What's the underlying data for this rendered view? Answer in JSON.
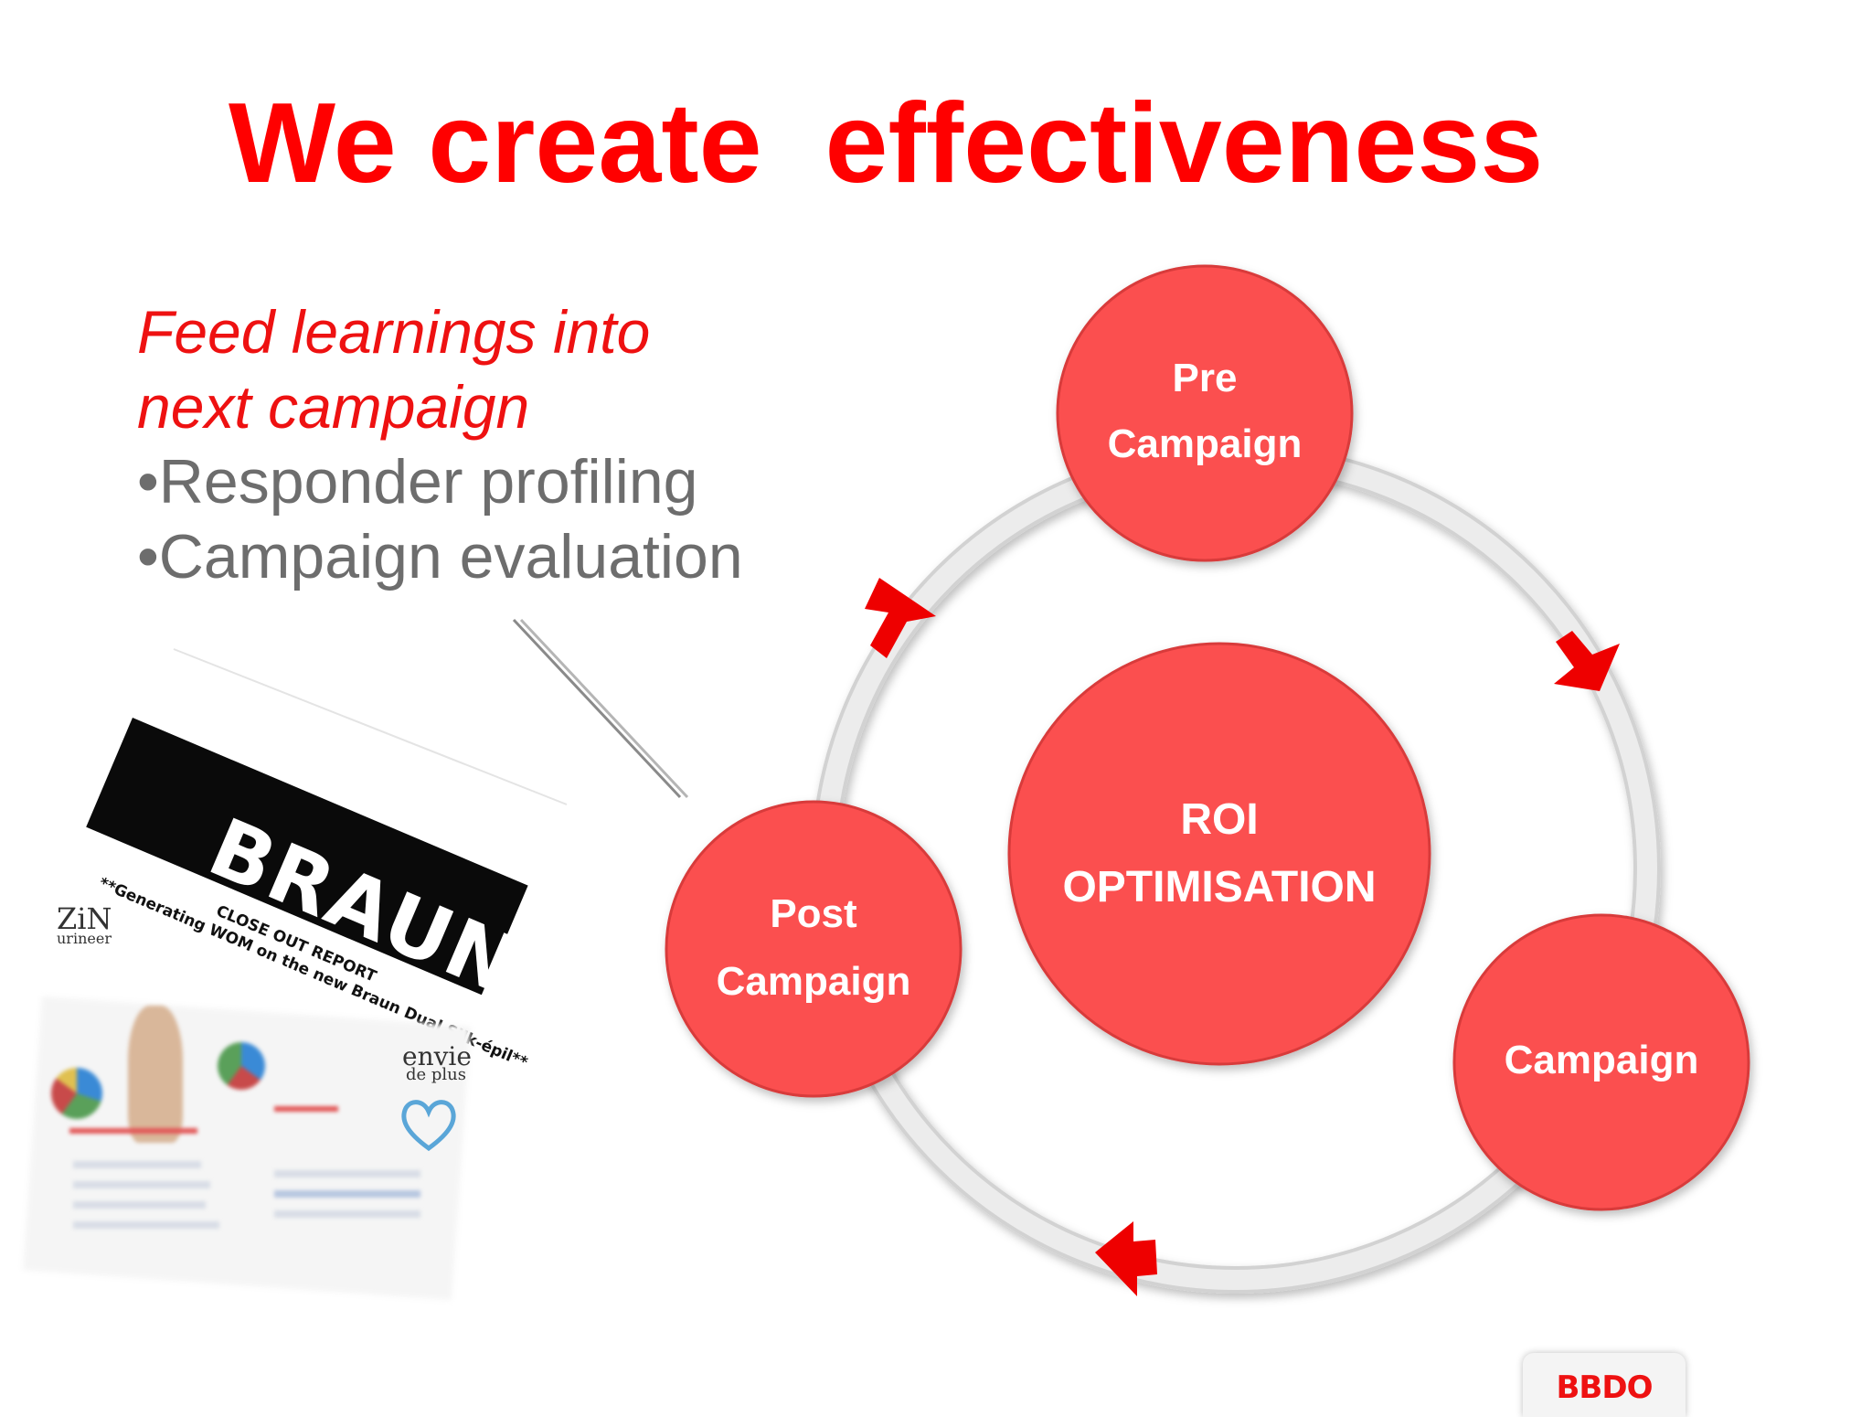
{
  "title": "We create  effectiveness",
  "sidebar": {
    "feed_line1": "Feed learnings into",
    "feed_line2": "next campaign",
    "bullets": [
      "•Responder profiling",
      "•Campaign evaluation"
    ]
  },
  "cycle": {
    "center": {
      "line1": "ROI",
      "line2": "OPTIMISATION"
    },
    "pre": {
      "line1": "Pre",
      "line2": "Campaign"
    },
    "campaign": {
      "line1": "Campaign"
    },
    "post": {
      "line1": "Post",
      "line2": "Campaign"
    }
  },
  "report": {
    "logo": "BRAUN",
    "caption1": "CLOSE OUT REPORT",
    "caption2": "**Generating WOM on the new Braun Dual Silk-épil**",
    "brand_a": "ZiN",
    "brand_a_sub": "urineer",
    "brand_b": "envie",
    "brand_b_sub": "de plus"
  },
  "footer_logo": "BBDO",
  "colors": {
    "title": "#ff0000",
    "node_fill": "#fb5050",
    "node_stroke": "#d83a3a",
    "ring": "#e3e3e3",
    "arrow": "#ee0000",
    "bullet_text": "#6d6d6d"
  }
}
